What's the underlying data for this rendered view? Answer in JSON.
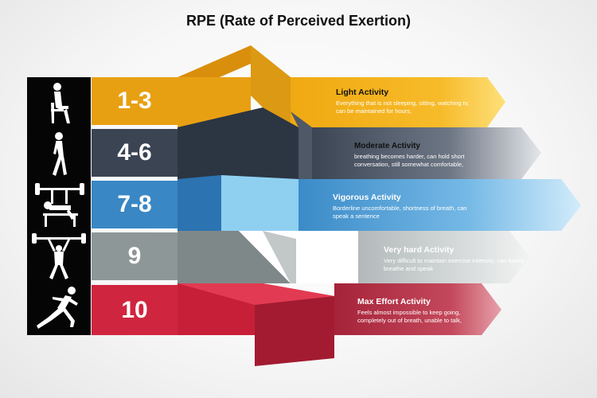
{
  "title": "RPE (Rate of Perceived Exertion)",
  "colors": {
    "light": "#e8a013",
    "moderate": "#3a4453",
    "vigorous": "#3987c4",
    "very_hard": "#8e9798",
    "max": "#d0253f"
  },
  "levels": [
    {
      "rating": "1-3",
      "heading": "Light Activity",
      "description": "Everything that is not sleeping, sitting, watching tv, can be maintained for hours,",
      "icon": "sitting-person-icon"
    },
    {
      "rating": "4-6",
      "heading": "Moderate Activity",
      "description": "breathing becomes harder, can hold short conversation, still somewhat comfortable,",
      "icon": "walking-person-icon"
    },
    {
      "rating": "7-8",
      "heading": "Vigorous Activity",
      "description": "Borderline uncomfortable, shortness of breath, can speak a sentence",
      "icon": "bench-press-icon"
    },
    {
      "rating": "9",
      "heading": "Very hard Activity",
      "description": "Very difficult to maintain exercise intensity, can barely breathe and speak",
      "icon": "overhead-lift-icon"
    },
    {
      "rating": "10",
      "heading": "Max Effort Activity",
      "description": "Feels almost impossible to keep going, completely out of breath, unable to talk,",
      "icon": "sprinter-icon"
    }
  ]
}
